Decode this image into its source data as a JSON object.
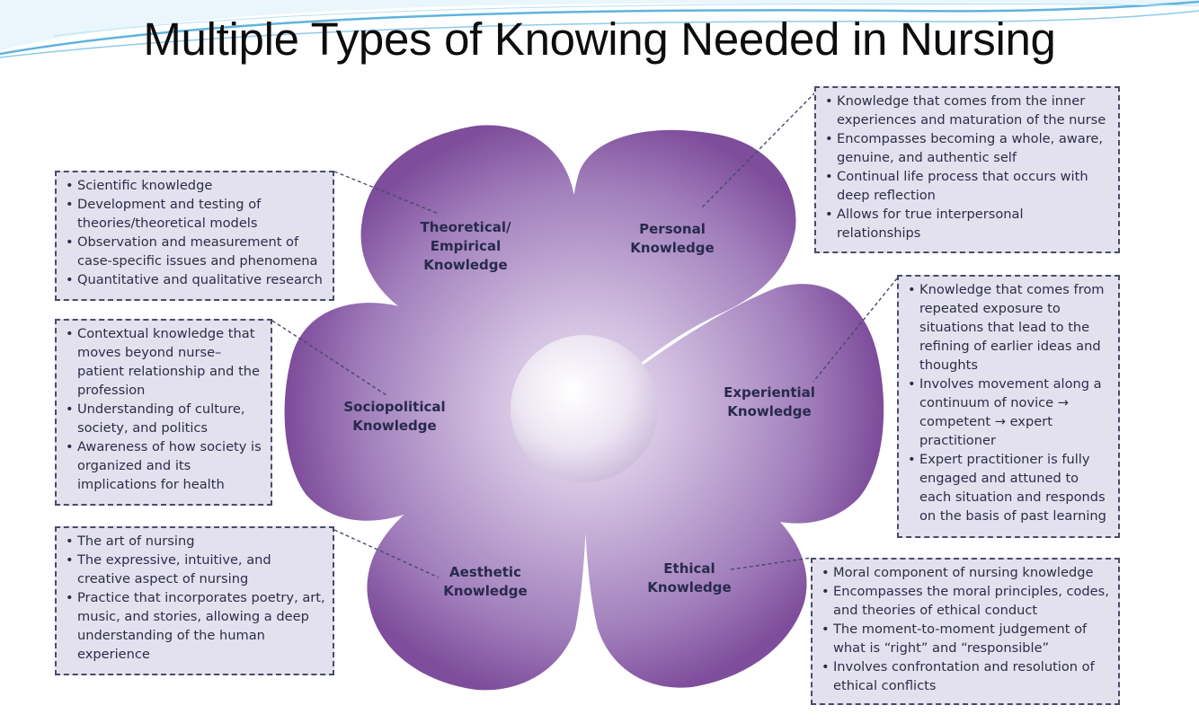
{
  "title": "Multiple Types of Knowing Needed in Nursing",
  "colors": {
    "petal_dark": "#8a5aa4",
    "petal_light": "#efeaf5",
    "box_fill": "#e4e1ee",
    "box_border": "#474c69",
    "text": "#2b2d4a",
    "accent_line": "#5fb3de"
  },
  "petals": {
    "theoretical": {
      "line1": "Theoretical/",
      "line2": "Empirical",
      "line3": "Knowledge"
    },
    "personal": {
      "line1": "Personal",
      "line2": "Knowledge"
    },
    "experiential": {
      "line1": "Experiential",
      "line2": "Knowledge"
    },
    "sociopolitical": {
      "line1": "Sociopolitical",
      "line2": "Knowledge"
    },
    "aesthetic": {
      "line1": "Aesthetic",
      "line2": "Knowledge"
    },
    "ethical": {
      "line1": "Ethical",
      "line2": "Knowledge"
    }
  },
  "boxes": {
    "theoretical": [
      "Scientific knowledge",
      "Development and testing of theories/theoretical models",
      "Observation and measurement of case-specific issues and phenomena",
      "Quantitative and qualitative research"
    ],
    "personal": [
      "Knowledge that comes from the inner experiences and maturation of the nurse",
      "Encompasses becoming a whole, aware, genuine, and authentic self",
      "Continual life process that occurs with deep reflection",
      "Allows for true interpersonal relationships"
    ],
    "experiential": [
      "Knowledge that comes from repeated exposure to situations that lead to the refining of earlier ideas and thoughts",
      "Involves movement along a continuum of novice → competent → expert practitioner",
      "Expert practitioner is fully engaged and attuned to each situation and responds on the basis of past learning"
    ],
    "sociopolitical": [
      "Contextual knowledge that moves beyond nurse–patient relationship and the profession",
      "Understanding of culture, society, and politics",
      "Awareness of how society is organized and its implications for health"
    ],
    "aesthetic": [
      "The art of nursing",
      "The expressive, intuitive, and creative aspect of nursing",
      "Practice that incorporates poetry, art, music, and stories, allowing a deep understanding of the human experience"
    ],
    "ethical": [
      "Moral component of nursing knowledge",
      "Encompasses the moral principles, codes, and theories of ethical conduct",
      "The moment-to-moment judgement of what is “right” and “responsible”",
      "Involves confrontation and resolution of ethical conflicts"
    ]
  }
}
